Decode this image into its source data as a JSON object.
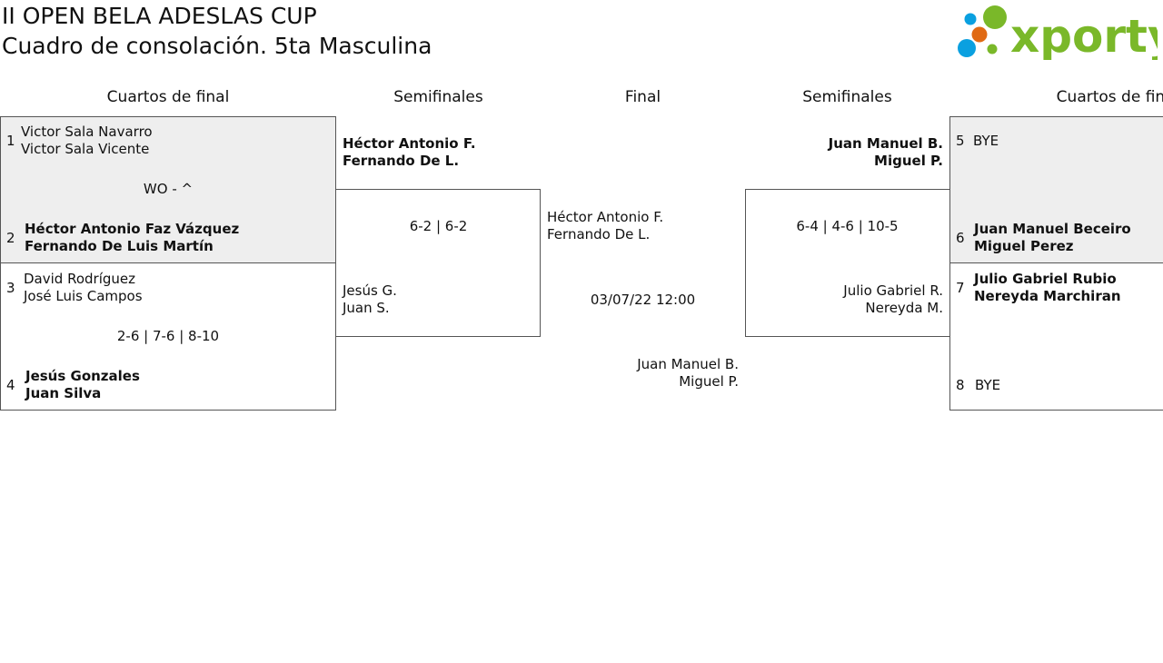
{
  "header": {
    "title": "II OPEN BELA ADESLAS CUP",
    "subtitle": "Cuadro de consolación. 5ta Masculina",
    "logo_text": "xporty"
  },
  "colors": {
    "logo_green": "#7ab829",
    "logo_blue": "#0aa0e0",
    "logo_orange": "#e06a14",
    "match_bg": "#eeeeee",
    "border": "#555555"
  },
  "rounds": {
    "left_quarter": "Cuartos de final",
    "left_semi": "Semifinales",
    "final": "Final",
    "right_semi": "Semifinales",
    "right_quarter": "Cuartos de final"
  },
  "left_qf": {
    "match1": {
      "seed_a": "1",
      "a1": "Victor Sala Navarro",
      "a2": "Victor Sala Vicente",
      "score": "WO - ^",
      "seed_b": "2",
      "b1": "Héctor Antonio Faz Vázquez",
      "b2": "Fernando De Luis Martín"
    },
    "match2": {
      "seed_a": "3",
      "a1": "David Rodríguez",
      "a2": "José Luis Campos",
      "score": "2-6 | 7-6 | 8-10",
      "seed_b": "4",
      "b1": "Jesús Gonzales",
      "b2": "Juan Silva"
    }
  },
  "left_sf": {
    "a1": "Héctor Antonio F.",
    "a2": "Fernando De L.",
    "score": "6-2 | 6-2",
    "b1": "Jesús G.",
    "b2": "Juan S."
  },
  "final": {
    "a1": "Héctor Antonio F.",
    "a2": "Fernando De L.",
    "datetime": "03/07/22 12:00",
    "b1": "Juan Manuel B.",
    "b2": "Miguel P."
  },
  "right_sf": {
    "a1": "Juan Manuel B.",
    "a2": "Miguel P.",
    "score": "6-4 | 4-6 | 10-5",
    "b1": "Julio Gabriel R.",
    "b2": "Nereyda M."
  },
  "right_qf": {
    "match1": {
      "seed_a": "5",
      "a1": "BYE",
      "seed_b": "6",
      "b1": "Juan Manuel Beceiro",
      "b2": "Miguel Perez"
    },
    "match2": {
      "seed_a": "7",
      "a1": "Julio Gabriel Rubio",
      "a2": "Nereyda Marchiran",
      "seed_b": "8",
      "b1": "BYE"
    }
  }
}
